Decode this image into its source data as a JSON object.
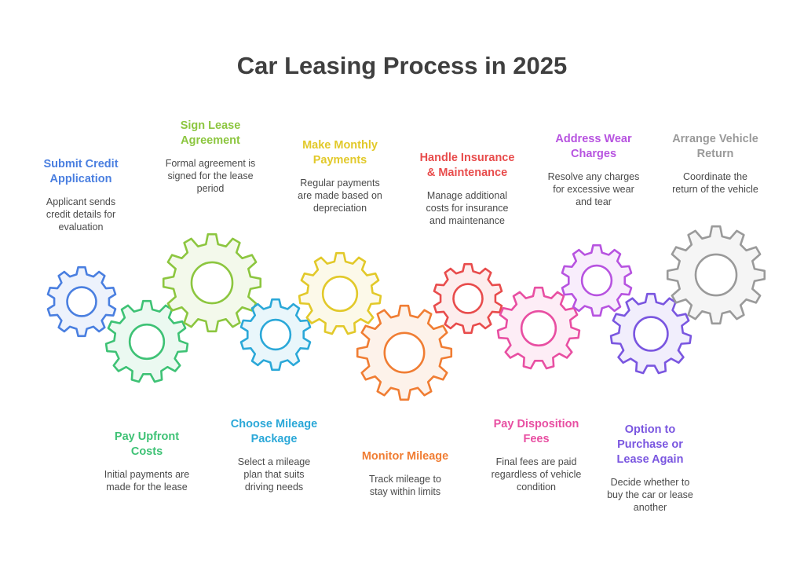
{
  "title": "Car Leasing Process in 2025",
  "steps": [
    {
      "title": "Submit Credit\nApplication",
      "desc": "Applicant sends\ncredit details for\nevaluation",
      "color": "#4a7fe0"
    },
    {
      "title": "Pay Upfront\nCosts",
      "desc": "Initial payments are\nmade for the lease",
      "color": "#3ec275"
    },
    {
      "title": "Sign Lease\nAgreement",
      "desc": "Formal agreement is\nsigned for the lease\nperiod",
      "color": "#8cc63f"
    },
    {
      "title": "Choose Mileage\nPackage",
      "desc": "Select a mileage\nplan that suits\ndriving needs",
      "color": "#2ba8d8"
    },
    {
      "title": "Make Monthly\nPayments",
      "desc": "Regular payments\nare made based on\ndepreciation",
      "color": "#e2c92a"
    },
    {
      "title": "Monitor Mileage",
      "desc": "Track mileage to\nstay within limits",
      "color": "#f07d33"
    },
    {
      "title": "Handle Insurance\n& Maintenance",
      "desc": "Manage additional\ncosts for insurance\nand maintenance",
      "color": "#e84c4c"
    },
    {
      "title": "Pay Disposition\nFees",
      "desc": "Final fees are paid\nregardless of vehicle\ncondition",
      "color": "#e84fa2"
    },
    {
      "title": "Address Wear\nCharges",
      "desc": "Resolve any charges\nfor excessive wear\nand tear",
      "color": "#b753e0"
    },
    {
      "title": "Option to\nPurchase or\nLease Again",
      "desc": "Decide whether to\nbuy the car or lease\nanother",
      "color": "#7a56e0"
    },
    {
      "title": "Arrange Vehicle\nReturn",
      "desc": "Coordinate the\nreturn of the vehicle",
      "color": "#9a9a9a"
    }
  ]
}
